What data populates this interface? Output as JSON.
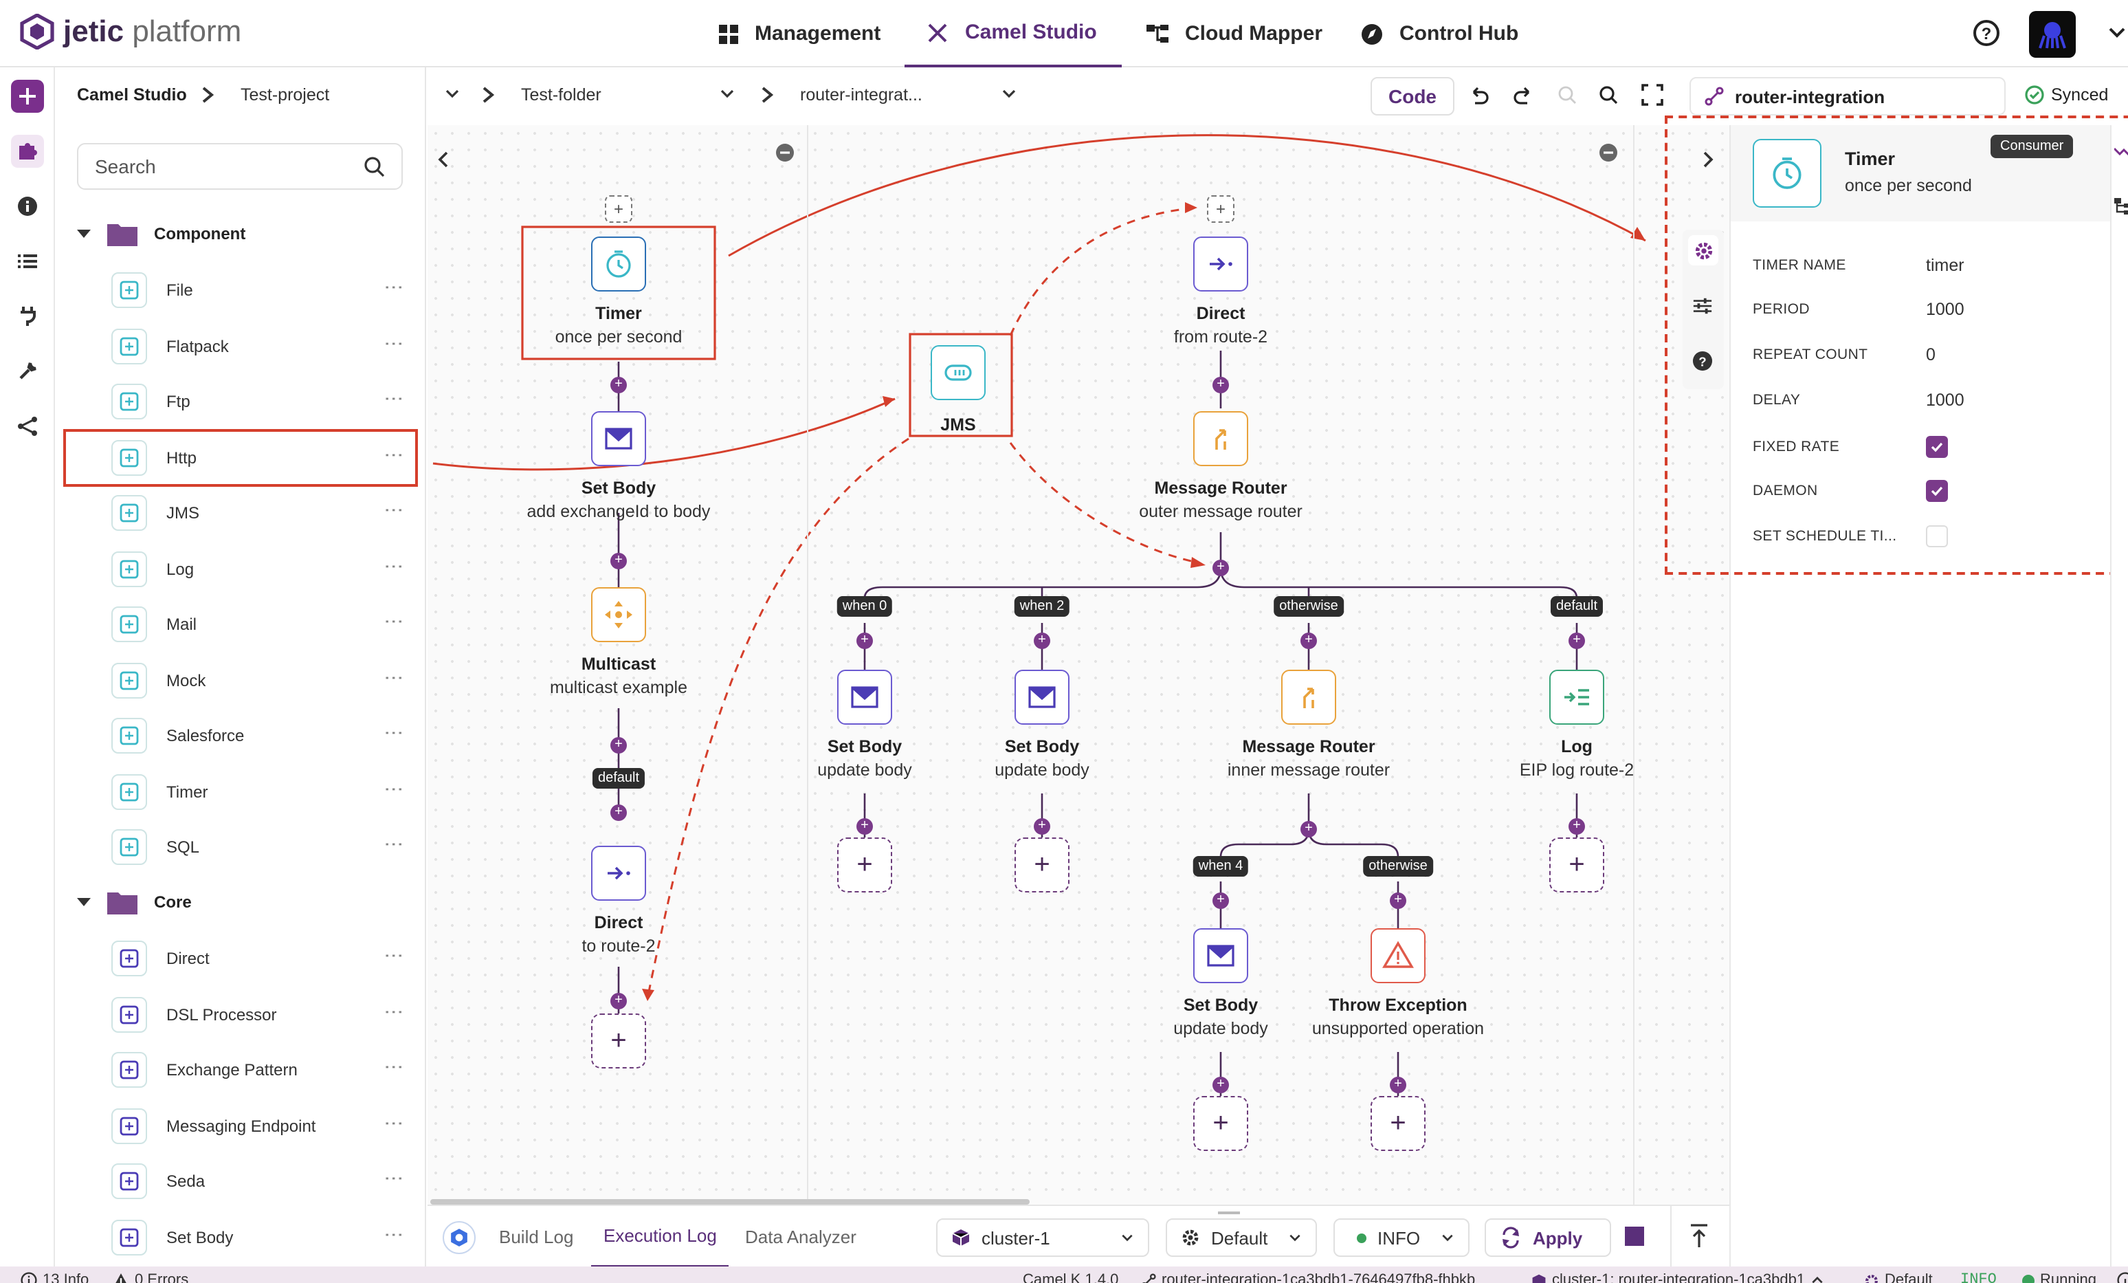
{
  "brand": {
    "name": "jetic",
    "suffix": "platform"
  },
  "nav": [
    "Management",
    "Camel Studio",
    "Cloud Mapper",
    "Control Hub"
  ],
  "breadcrumbs": [
    "Camel Studio",
    "Test-project",
    "Test-folder",
    "router-integrat..."
  ],
  "toolbar": {
    "code": "Code",
    "route_name": "router-integration",
    "sync": "Synced"
  },
  "palette": {
    "search_placeholder": "Search",
    "component_label": "Component",
    "components": [
      "File",
      "Flatpack",
      "Ftp",
      "Http",
      "JMS",
      "Log",
      "Mail",
      "Mock",
      "Salesforce",
      "Timer",
      "SQL"
    ],
    "core_label": "Core",
    "core": [
      "Direct",
      "DSL Processor",
      "Exchange Pattern",
      "Messaging Endpoint",
      "Seda",
      "Set Body"
    ]
  },
  "flow": {
    "timer": {
      "title": "Timer",
      "sub": "once per second"
    },
    "setbody1": {
      "title": "Set Body",
      "sub": "add exchangeId to body"
    },
    "multicast": {
      "title": "Multicast",
      "sub": "multicast example"
    },
    "mc_default": "default",
    "direct_to": {
      "title": "Direct",
      "sub": "to route-2"
    },
    "jms": {
      "title": "JMS"
    },
    "direct_from": {
      "title": "Direct",
      "sub": "from route-2"
    },
    "router_outer": {
      "title": "Message Router",
      "sub": "outer message router"
    },
    "b1": "when 0",
    "b2": "when 2",
    "b3": "otherwise",
    "b4": "default",
    "sb_a": {
      "title": "Set Body",
      "sub": "update body"
    },
    "sb_b": {
      "title": "Set Body",
      "sub": "update body"
    },
    "router_inner": {
      "title": "Message Router",
      "sub": "inner message router"
    },
    "log": {
      "title": "Log",
      "sub": "EIP log route-2"
    },
    "b5": "when 4",
    "b6": "otherwise",
    "sb_c": {
      "title": "Set Body",
      "sub": "update body"
    },
    "throw": {
      "title": "Throw Exception",
      "sub": "unsupported operation"
    }
  },
  "panel": {
    "title": "Timer",
    "sub": "once per second",
    "badge": "Consumer",
    "fields": [
      {
        "label": "TIMER NAME",
        "value": "timer"
      },
      {
        "label": "PERIOD",
        "value": "1000"
      },
      {
        "label": "REPEAT COUNT",
        "value": "0"
      },
      {
        "label": "DELAY",
        "value": "1000"
      }
    ],
    "fixed_rate": "FIXED RATE",
    "daemon": "DAEMON",
    "schedule": "SET SCHEDULE TI..."
  },
  "bottom": {
    "tabs": [
      "Build Log",
      "Execution Log",
      "Data Analyzer"
    ],
    "cluster": "cluster-1",
    "profile": "Default",
    "level": "INFO",
    "apply": "Apply"
  },
  "status": {
    "info": "13 Info",
    "errors": "0 Errors",
    "camelk": "Camel K 1.4.0",
    "pod": "router-integration-1ca3bdb1-7646497fb8-fhbkb",
    "cluster": "cluster-1: router-integration-1ca3bdb1",
    "profile": "Default",
    "level": "INFO",
    "state": "Running"
  },
  "colors": {
    "accent": "#5a2f7a",
    "highlight": "#d53f2c",
    "teal": "#3ab7c7"
  }
}
